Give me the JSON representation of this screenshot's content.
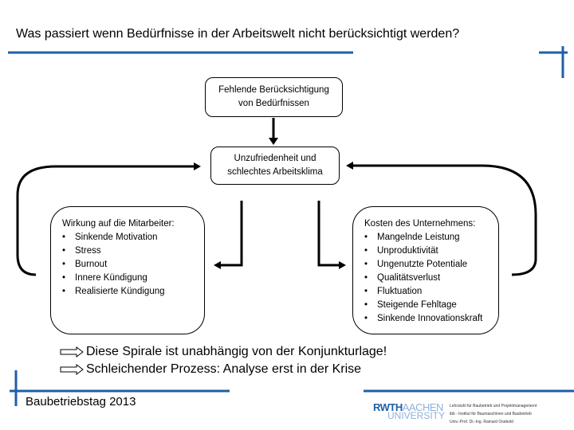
{
  "title": "Was passiert wenn Bedürfnisse in der Arbeitswelt nicht berücksichtigt werden?",
  "top_box": {
    "line1": "Fehlende Berücksichtigung",
    "line2": "von Bedürfnissen"
  },
  "mid_box": {
    "line1": "Unzufriedenheit und",
    "line2": "schlechtes Arbeitsklima"
  },
  "left_box": {
    "heading": "Wirkung auf die Mitarbeiter:",
    "items": [
      "Sinkende Motivation",
      "Stress",
      "Burnout",
      "Innere Kündigung",
      "Realisierte Kündigung"
    ]
  },
  "right_box": {
    "heading": "Kosten des Unternehmens:",
    "items": [
      "Mangelnde Leistung",
      "Unproduktivität",
      "Ungenutzte Potentiale",
      "Qualitätsverlust",
      "Fluktuation",
      "Steigende Fehltage",
      "Sinkende Innovationskraft"
    ]
  },
  "conclusions": [
    "Diese Spirale ist unabhängig von der Konjunkturlage!",
    "Schleichender Prozess: Analyse erst in der Krise"
  ],
  "footer": "Baubetriebstag 2013",
  "logo": {
    "line1a": "RWTH",
    "line1b": "AACHEN",
    "line2": "UNIVERSITY"
  },
  "institute": [
    "Lehrstuhl für Baubetrieb und Projektmanagement",
    "ibb - Institut für Baumaschinen und Baubetrieb",
    "Univ.-Prof. Dr.-Ing. Rainard Osebold"
  ],
  "colors": {
    "accent": "#1f5fa8",
    "logo_light": "#8fb0dc"
  }
}
